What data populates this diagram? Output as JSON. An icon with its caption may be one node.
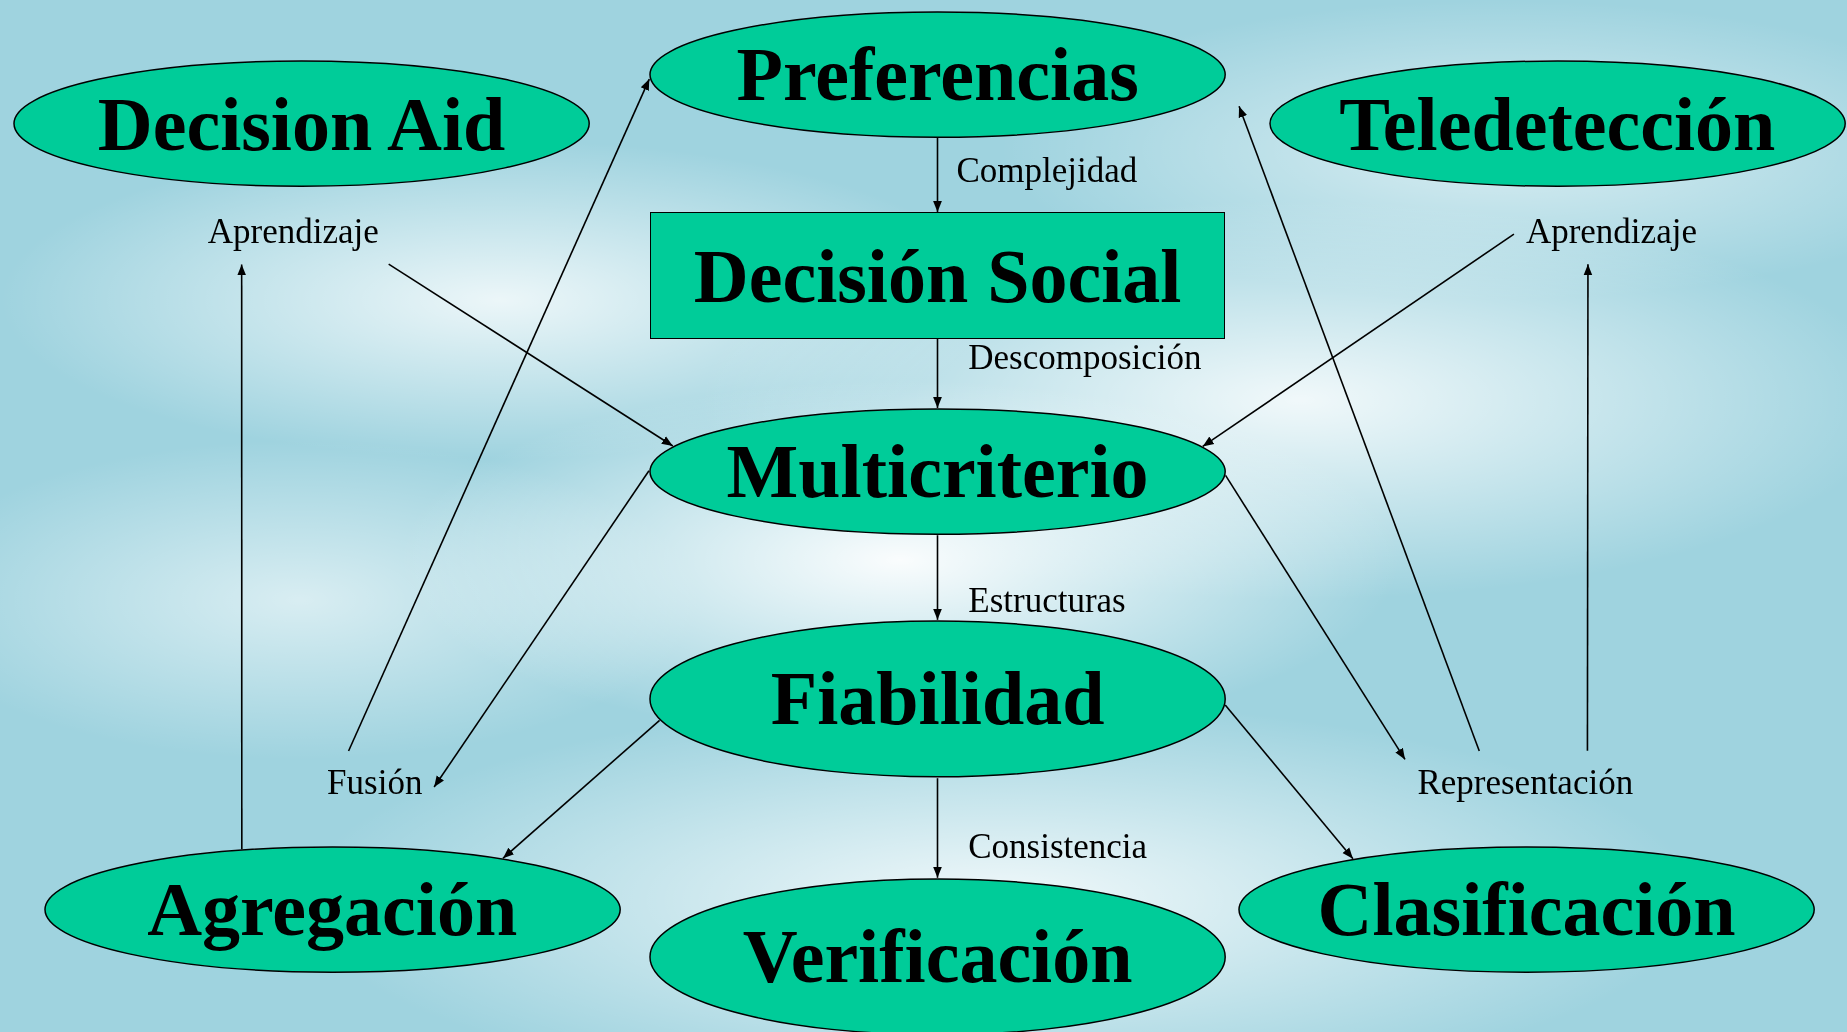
{
  "diagram": {
    "nodes": [
      {
        "text": [
          "Decision Aid"
        ]
      },
      {
        "text": [
          "Preferencias"
        ]
      },
      {
        "text": [
          "Teledetección"
        ]
      },
      {
        "text": [
          "Decisión Social"
        ]
      },
      {
        "text": [
          "Aprendizaje"
        ]
      },
      {
        "text": [
          "Aprendizaje"
        ]
      },
      {
        "text": [
          "Multicriterio"
        ]
      },
      {
        "text": [
          "Fiabilidad"
        ]
      },
      {
        "text": [
          "Fusión"
        ]
      },
      {
        "text": [
          "Representación"
        ]
      },
      {
        "text": [
          "Agregación"
        ]
      },
      {
        "text": [
          "Verificación"
        ]
      },
      {
        "text": [
          "Clasificación"
        ]
      }
    ],
    "edges": [
      {
        "from": 1,
        "to": 3,
        "arrow": "to",
        "label": "Complejidad"
      },
      {
        "from": 3,
        "to": 6,
        "arrow": "to",
        "label": "Descomposición"
      },
      {
        "from": 6,
        "to": 7,
        "arrow": "to",
        "label": "Estructuras"
      },
      {
        "from": 7,
        "to": 11,
        "arrow": "to",
        "label": "Consistencia"
      },
      {
        "from": 4,
        "to": 6,
        "arrow": "to"
      },
      {
        "from": 5,
        "to": 6,
        "arrow": "to"
      },
      {
        "from": 10,
        "to": 4,
        "arrow": "to"
      },
      {
        "from": 9,
        "to": 5,
        "arrow": "to"
      },
      {
        "from": 8,
        "to": 1,
        "arrow": "to"
      },
      {
        "from": 6,
        "to": 8,
        "arrow": "to"
      },
      {
        "from": 7,
        "to": 10,
        "arrow": "to"
      },
      {
        "from": 6,
        "to": 9,
        "arrow": "to"
      },
      {
        "from": 9,
        "to": 1,
        "arrow": "to"
      },
      {
        "from": 7,
        "to": 12,
        "arrow": "to"
      }
    ]
  }
}
